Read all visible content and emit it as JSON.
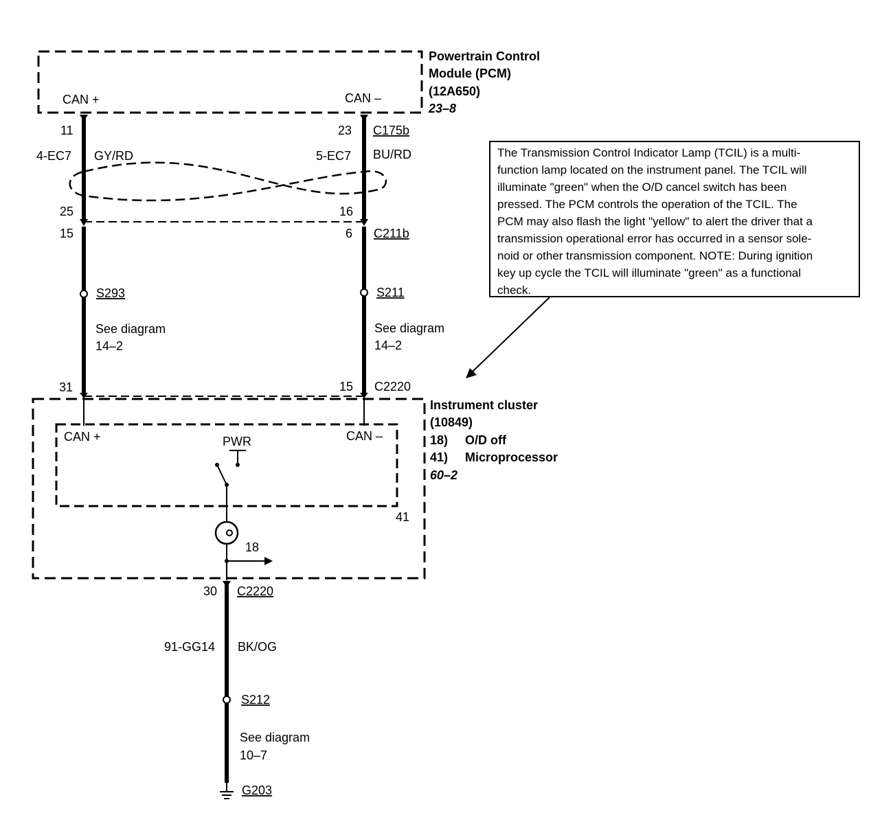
{
  "pcm": {
    "title1": "Powertrain Control",
    "title2": "Module (PCM)",
    "part": "(12A650)",
    "ref": "23–8",
    "can_plus": "CAN +",
    "can_minus": "CAN –"
  },
  "can_plus_wire": {
    "pin_pcm": "11",
    "circuit": "4-EC7",
    "color": "GY/RD",
    "pin_c211_in": "25",
    "pin_c211_out": "15",
    "splice": "S293",
    "see1": "See diagram",
    "see2": "14–2",
    "pin_cluster": "31"
  },
  "can_minus_wire": {
    "pin_pcm": "23",
    "connector_pcm": "C175b",
    "circuit": "5-EC7",
    "color": "BU/RD",
    "pin_c211_in": "16",
    "pin_c211_out": "6",
    "connector_mid": "C211b",
    "splice": "S211",
    "see1": "See diagram",
    "see2": "14–2",
    "pin_cluster": "15",
    "connector_cluster": "C2220"
  },
  "cluster": {
    "title": "Instrument cluster",
    "part": "(10849)",
    "item1_num": "18)",
    "item1_label": "O/D off",
    "item2_num": "41)",
    "item2_label": "Microprocessor",
    "ref": "60–2",
    "can_plus": "CAN +",
    "can_minus": "CAN –",
    "pwr": "PWR",
    "micro_num": "41",
    "lamp_num": "18"
  },
  "ground_wire": {
    "pin": "30",
    "connector": "C2220",
    "circuit": "91-GG14",
    "color": "BK/OG",
    "splice": "S212",
    "see1": "See diagram",
    "see2": "10–7",
    "ground": "G203"
  },
  "note": {
    "lines": [
      "The Transmission Control Indicator Lamp (TCIL) is a multi-",
      "function lamp located on the instrument panel. The TCIL will",
      "illuminate \"green\" when the O/D cancel switch has been",
      "pressed. The PCM controls the operation of the TCIL. The",
      "PCM may also flash the light \"yellow\" to alert the driver that a",
      "transmission operational error has occurred in a sensor sole-",
      "noid or other transmission component. NOTE: During ignition",
      "key up cycle the TCIL will illuminate \"green\" as a functional",
      "check."
    ]
  }
}
